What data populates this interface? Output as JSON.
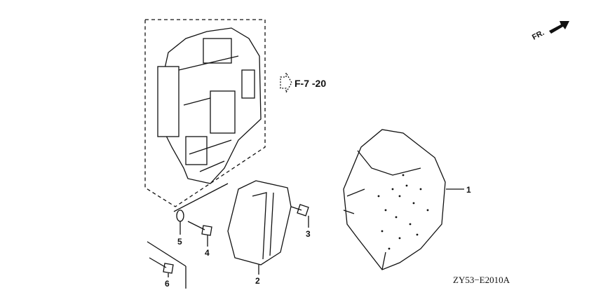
{
  "diagram": {
    "direction_label": "FR.",
    "reference_label": "F-7 -20",
    "diagram_code": "ZY53−E2010A",
    "callouts": [
      "1",
      "2",
      "3",
      "4",
      "5",
      "6"
    ]
  }
}
